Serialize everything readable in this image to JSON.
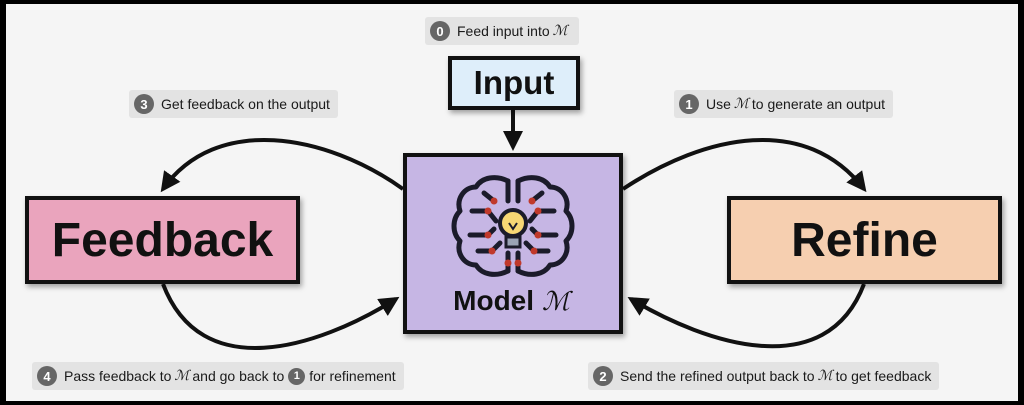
{
  "colors": {
    "input_fill": "#deeefa",
    "feedback_fill": "#eaa4bd",
    "refine_fill": "#f6cfb0",
    "model_fill": "#c6b6e4",
    "step_badge": "#666666",
    "step_pill": "#e3e3e3"
  },
  "symbol": "ℳ",
  "boxes": {
    "input": "Input",
    "feedback": "Feedback",
    "refine": "Refine",
    "model": "Model"
  },
  "model_icon": "brain-lightbulb-circuit-icon",
  "steps": [
    {
      "num": "0",
      "before": "Feed input into",
      "after": ""
    },
    {
      "num": "1",
      "before": "Use",
      "after": "to generate an output"
    },
    {
      "num": "2",
      "before": "Send the refined output back to",
      "after": "to get feedback"
    },
    {
      "num": "3",
      "text": "Get feedback on the output"
    },
    {
      "num": "4",
      "before": "Pass feedback to",
      "middle": "and go back to",
      "ref": "1",
      "after": "for refinement"
    }
  ]
}
